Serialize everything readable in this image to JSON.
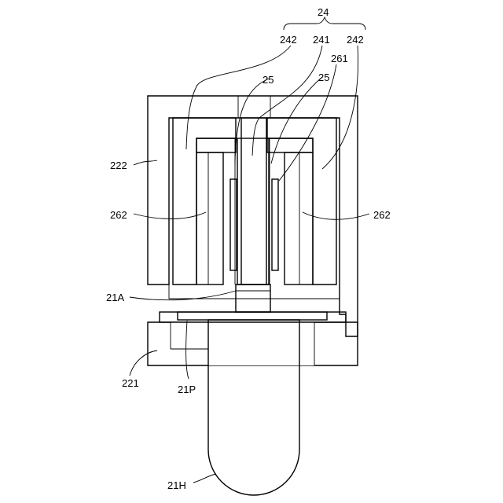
{
  "figure": {
    "labels": {
      "l24": "24",
      "l242_left": "242",
      "l241": "241",
      "l242_right": "242",
      "l261": "261",
      "l25_left": "25",
      "l25_right": "25",
      "l222": "222",
      "l262_left": "262",
      "l262_right": "262",
      "l21A": "21A",
      "l221": "221",
      "l21P": "21P",
      "l21H": "21H"
    }
  }
}
